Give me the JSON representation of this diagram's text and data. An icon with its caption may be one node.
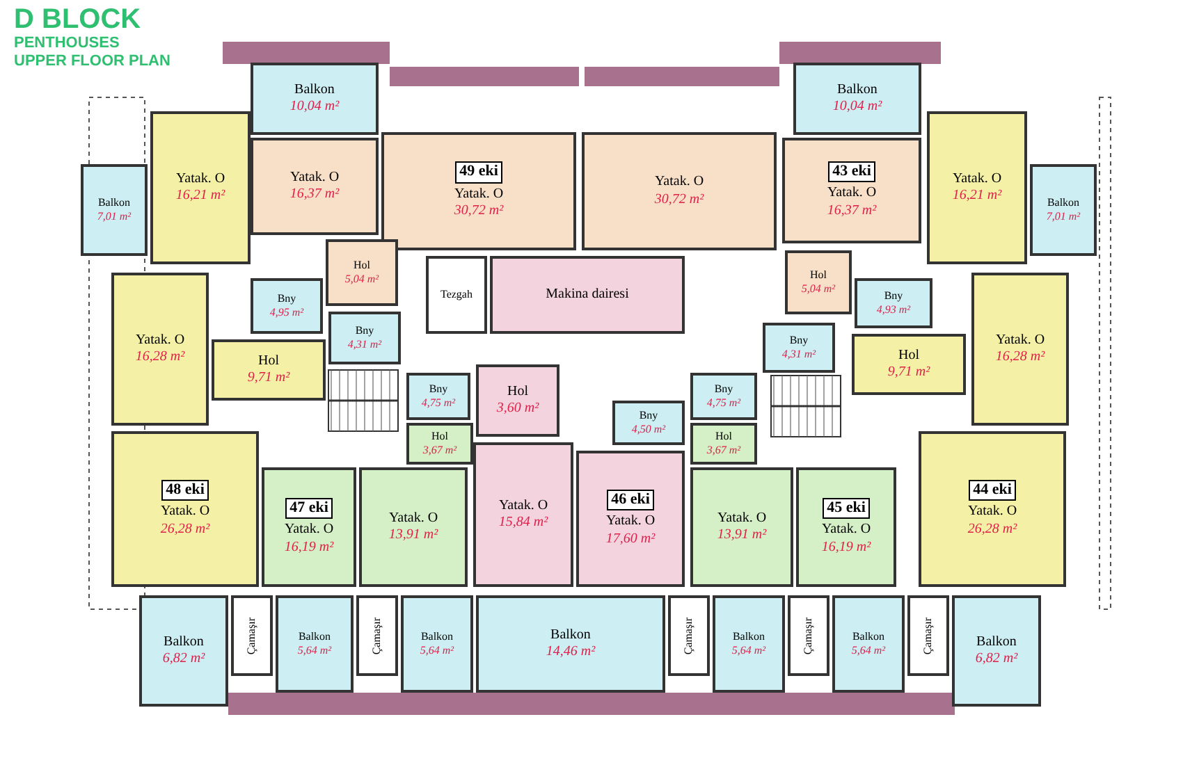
{
  "diagram": {
    "title": "D BLOCK",
    "nodes": [
      {
        "text": [
          "Balkon",
          "10,04 m²"
        ]
      },
      {
        "text": [
          "Balkon",
          "7,01 m²"
        ]
      },
      {
        "text": [
          "Yatak. O",
          "16,21 m²"
        ]
      },
      {
        "text": [
          "Yatak. O",
          "16,37 m²"
        ]
      },
      {
        "text": [
          "49 eki",
          "Yatak. O",
          "30,72 m²"
        ]
      },
      {
        "text": [
          "Hol",
          "5,04 m²"
        ]
      },
      {
        "text": [
          "Bny",
          "4,95 m²"
        ]
      },
      {
        "text": [
          "Tezgah"
        ]
      },
      {
        "text": [
          "Makina dairesi"
        ]
      },
      {
        "text": [
          "Bny",
          "4,31 m²"
        ]
      },
      {
        "text": [
          "Yatak. O",
          "16,28 m²"
        ]
      },
      {
        "text": [
          "Hol",
          "9,71 m²"
        ]
      },
      {
        "text": [
          "48 eki",
          "Yatak. O",
          "26,28 m²"
        ]
      },
      {
        "text": [
          "Bny",
          "4,75 m²"
        ]
      },
      {
        "text": [
          "Hol",
          "3,67 m²"
        ]
      },
      {
        "text": [
          "47 eki",
          "Yatak. O",
          "16,19 m²"
        ]
      },
      {
        "text": [
          "Yatak. O",
          "13,91 m²"
        ]
      },
      {
        "text": [
          "Hol",
          "3,60 m²"
        ]
      },
      {
        "text": [
          "Bny",
          "4,50 m²"
        ]
      },
      {
        "text": [
          "Yatak. O",
          "15,84 m²"
        ]
      },
      {
        "text": [
          "46 eki",
          "Yatak. O",
          "17,60 m²"
        ]
      },
      {
        "text": [
          "Bny",
          "4,75 m²"
        ]
      },
      {
        "text": [
          "Hol",
          "3,67 m²"
        ]
      },
      {
        "text": [
          "Yatak. O",
          "13,91 m²"
        ]
      },
      {
        "text": [
          "45 eki",
          "Yatak. O",
          "16,19 m²"
        ]
      },
      {
        "text": [
          "44 eki",
          "Yatak. O",
          "26,28 m²"
        ]
      },
      {
        "text": [
          "Yatak. O",
          "16,28 m²"
        ]
      },
      {
        "text": [
          "Hol",
          "9,71 m²"
        ]
      },
      {
        "text": [
          "Bny",
          "4,31 m²"
        ]
      },
      {
        "text": [
          "Hol",
          "5,04 m²"
        ]
      },
      {
        "text": [
          "Bny",
          "4,93 m²"
        ]
      },
      {
        "text": [
          "Yatak. O",
          "30,72 m²"
        ]
      },
      {
        "text": [
          "43 eki",
          "Yatak. O",
          "16,37 m²"
        ]
      },
      {
        "text": [
          "Yatak. O",
          "16,21 m²"
        ]
      },
      {
        "text": [
          "Balkon",
          "10,04 m²"
        ]
      },
      {
        "text": [
          "Balkon",
          "7,01 m²"
        ]
      },
      {
        "text": [
          "Balkon",
          "6,82 m²"
        ]
      },
      {
        "text": [
          "Çamaşır"
        ]
      },
      {
        "text": [
          "Balkon",
          "5,64 m²"
        ]
      },
      {
        "text": [
          "Çamaşır"
        ]
      },
      {
        "text": [
          "Balkon",
          "5,64 m²"
        ]
      },
      {
        "text": [
          "Balkon",
          "14,46 m²"
        ]
      },
      {
        "text": [
          "Çamaşır"
        ]
      },
      {
        "text": [
          "Balkon",
          "5,64 m²"
        ]
      },
      {
        "text": [
          "Çamaşır"
        ]
      },
      {
        "text": [
          "Balkon",
          "5,64 m²"
        ]
      },
      {
        "text": [
          "Çamaşır"
        ]
      },
      {
        "text": [
          "Balkon",
          "6,82 m²"
        ]
      }
    ],
    "labels": [
      "PENTHOUSES",
      "UPPER FLOOR PLAN"
    ]
  }
}
